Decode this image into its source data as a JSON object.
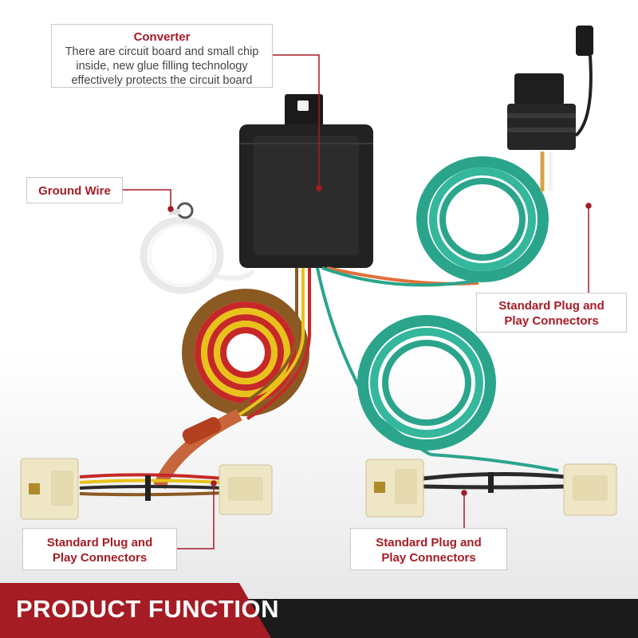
{
  "callouts": {
    "converter": {
      "title": "Converter",
      "lines": [
        "There are circuit board and small chip",
        "inside, new glue filling technology",
        "effectively protects the circuit board"
      ]
    },
    "ground": {
      "title": "Ground Wire"
    },
    "connectors_right": {
      "line1": "Standard Plug and",
      "line2": "Play Connectors"
    },
    "connectors_bottom_left": {
      "line1": "Standard Plug and",
      "line2": "Play Connectors"
    },
    "connectors_bottom_right": {
      "line1": "Standard Plug and",
      "line2": "Play Connectors"
    }
  },
  "banner": {
    "text": "PRODUCT FUNCTION"
  },
  "colors": {
    "accent_red": "#a51c24",
    "wire_green": "#2aa58c",
    "wire_yellow": "#e8c21a",
    "wire_red": "#c62828",
    "wire_brown": "#8a5a22",
    "connector_cream": "#efe6c6",
    "converter_black": "#1e1e1e"
  }
}
